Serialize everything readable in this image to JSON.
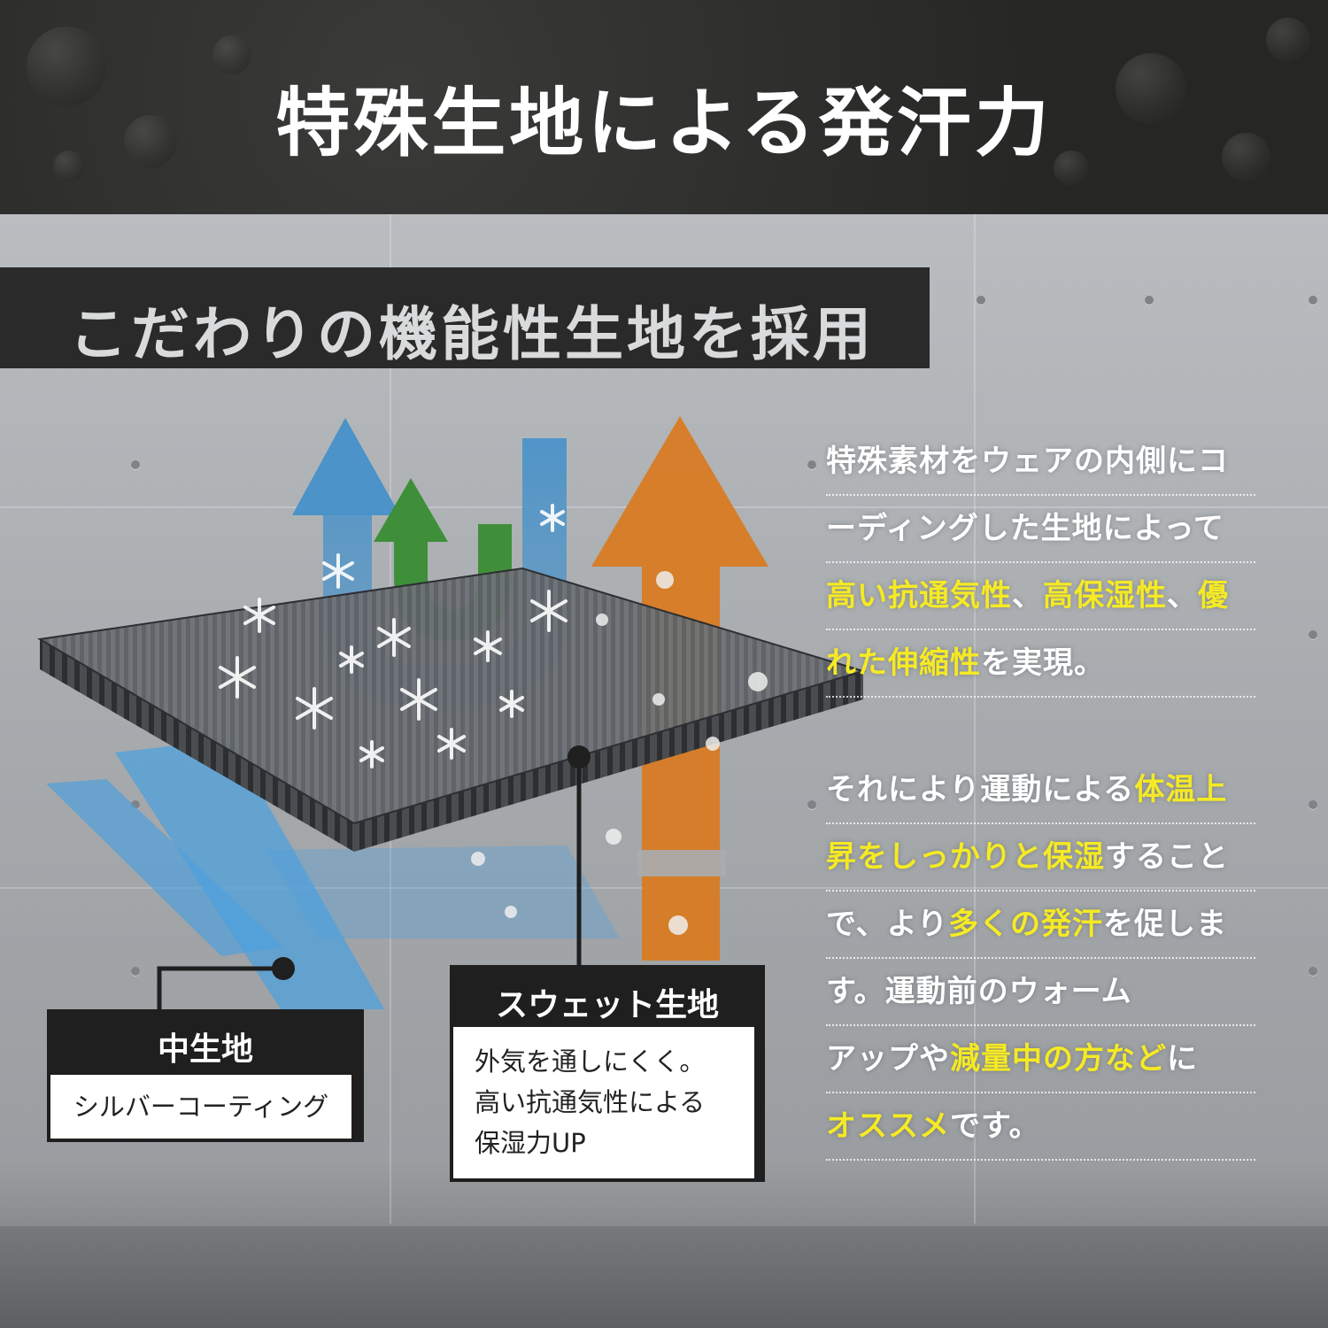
{
  "header": {
    "title": "特殊生地による発汗力"
  },
  "subtitle": "こだわりの機能性生地を採用",
  "labels": {
    "middle": {
      "title": "中生地",
      "desc": "シルバーコーティング"
    },
    "sweat": {
      "title": "スウェット生地",
      "desc_lines": [
        "外気を通しにくく。",
        "高い抗通気性による",
        "保湿力UP"
      ]
    }
  },
  "paragraph1": [
    [
      {
        "t": "特殊素材をウェアの内側にコ",
        "h": false
      }
    ],
    [
      {
        "t": "ーディングした生地によって",
        "h": false
      }
    ],
    [
      {
        "t": "高い抗通気性",
        "h": true
      },
      {
        "t": "、",
        "h": false
      },
      {
        "t": "高保湿性",
        "h": true
      },
      {
        "t": "、",
        "h": false
      },
      {
        "t": "優",
        "h": true
      }
    ],
    [
      {
        "t": "れた伸縮性",
        "h": true
      },
      {
        "t": "を実現。",
        "h": false
      }
    ]
  ],
  "paragraph2": [
    [
      {
        "t": "それにより運動による",
        "h": false
      },
      {
        "t": "体温上",
        "h": true
      }
    ],
    [
      {
        "t": "昇をしっかりと保湿",
        "h": true
      },
      {
        "t": "すること",
        "h": false
      }
    ],
    [
      {
        "t": "で、より",
        "h": false
      },
      {
        "t": "多くの発汗",
        "h": true
      },
      {
        "t": "を促しま",
        "h": false
      }
    ],
    [
      {
        "t": "す。運動前のウォーム",
        "h": false
      }
    ],
    [
      {
        "t": "アップや",
        "h": false
      },
      {
        "t": "減量中の方など",
        "h": true
      },
      {
        "t": "に",
        "h": false
      }
    ],
    [
      {
        "t": "オススメ",
        "h": true
      },
      {
        "t": "です。",
        "h": false
      }
    ]
  ],
  "colors": {
    "highlight": "#f5ea23",
    "arrow_blue": "#4b93c9",
    "arrow_green": "#3f8f3a",
    "arrow_orange": "#d97a1e",
    "fabric": "#3d3f42"
  },
  "icons": [
    "snowflake-icon",
    "up-arrow-icon",
    "u-turn-arrow-icon"
  ]
}
